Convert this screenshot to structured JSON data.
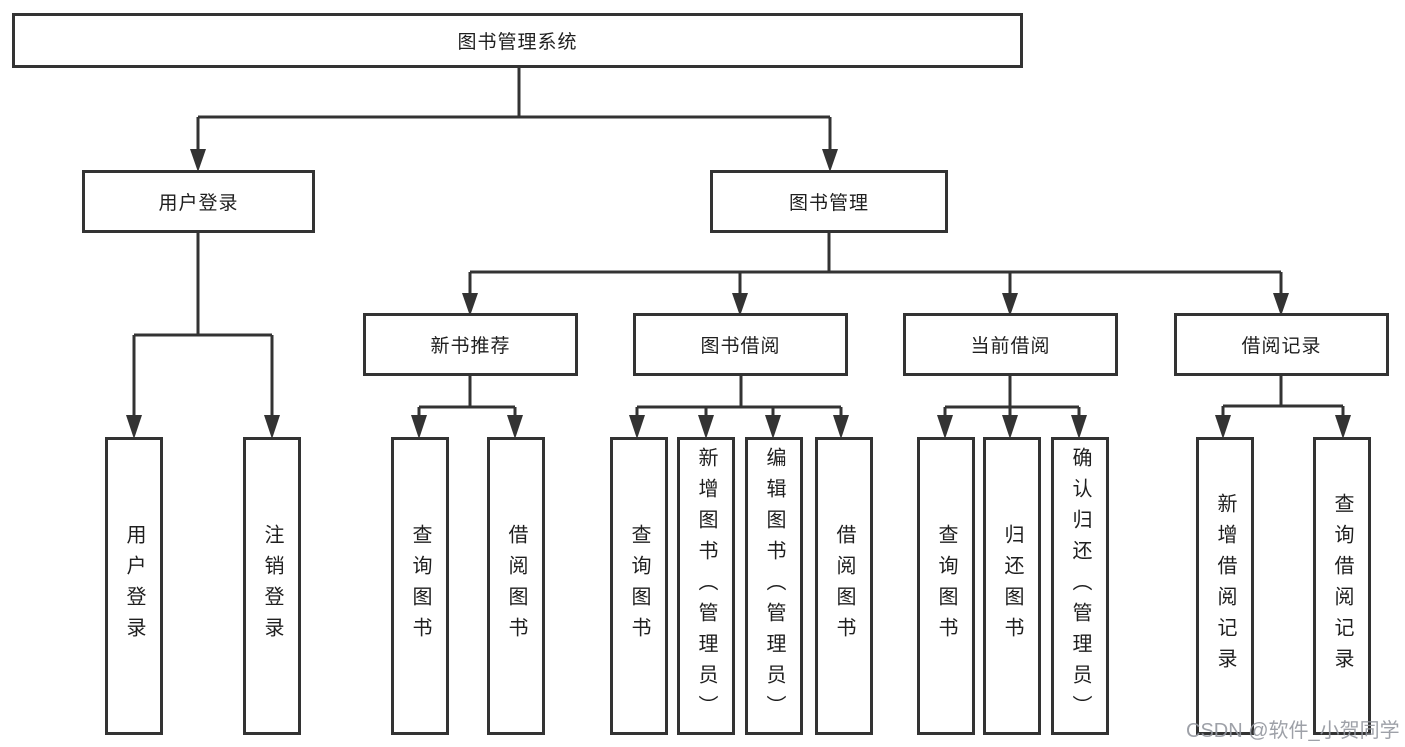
{
  "nodes": {
    "root": "图书管理系统",
    "user_login": "用户登录",
    "book_mgmt": "图书管理",
    "new_book_rec": "新书推荐",
    "book_borrow": "图书借阅",
    "current_borrow": "当前借阅",
    "borrow_record": "借阅记录",
    "leaf_user_login": "用户登录",
    "leaf_logout": "注销登录",
    "leaf_rec_query": "查询图书",
    "leaf_rec_borrow": "借阅图书",
    "leaf_bor_query": "查询图书",
    "leaf_bor_add": "新增图书（管理员）",
    "leaf_bor_edit": "编辑图书（管理员）",
    "leaf_bor_borrow": "借阅图书",
    "leaf_cur_query": "查询图书",
    "leaf_cur_return": "归还图书",
    "leaf_cur_confirm": "确认归还（管理员）",
    "leaf_recd_add": "新增借阅记录",
    "leaf_recd_query": "查询借阅记录"
  },
  "watermark": {
    "text": "CSDN @软件_小贺同学"
  },
  "colors": {
    "line": "#333333",
    "text": "#1f1f1f",
    "watermark": "#94979e",
    "background": "#ffffff"
  }
}
